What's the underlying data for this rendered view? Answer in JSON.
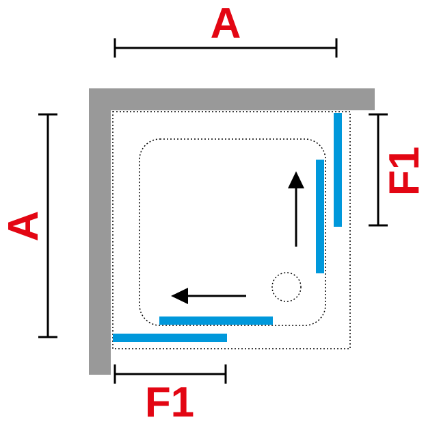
{
  "labels": {
    "top": "A",
    "left": "A",
    "right": "F1",
    "bottom": "F1"
  },
  "colors": {
    "wall": "#999999",
    "glass": "#0098db",
    "label": "#e30613",
    "line": "#000000"
  }
}
